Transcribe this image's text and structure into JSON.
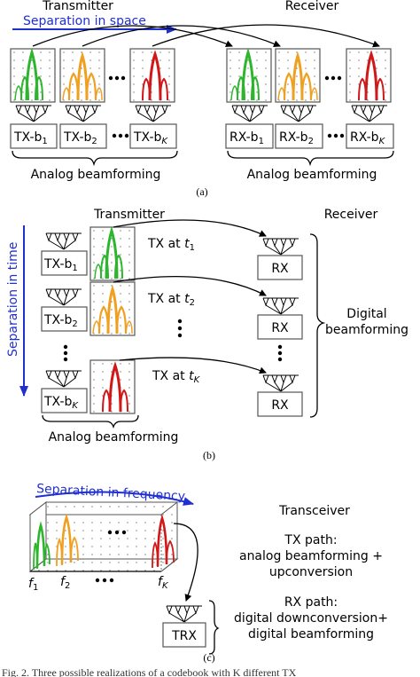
{
  "colors": {
    "green": "#2db52d",
    "orange": "#f0a020",
    "red": "#d01818",
    "blue": "#1f2fd0",
    "box": "#555555"
  },
  "a": {
    "arrow_label": "Separation in space",
    "transmitter": "Transmitter",
    "receiver": "Receiver",
    "tx_b1": "TX-b",
    "tx_b2": "TX-b",
    "tx_bk": "TX-b",
    "rx_b1": "RX-b",
    "rx_b2": "RX-b",
    "rx_bk": "RX-b",
    "sub1": "1",
    "sub2": "2",
    "subK": "K",
    "analog_tx": "Analog beamforming",
    "analog_rx": "Analog beamforming",
    "caption": "(a)"
  },
  "b": {
    "transmitter": "Transmitter",
    "receiver": "Receiver",
    "time_label": "Separation in time",
    "tx_b1": "TX-b",
    "tx_b2": "TX-b",
    "tx_bk": "TX-b",
    "sub1": "1",
    "sub2": "2",
    "subK": "K",
    "tx_at": "TX at ",
    "t": "t",
    "rx1": "RX",
    "rx2": "RX",
    "rxk": "RX",
    "digital_l1": "Digital",
    "digital_l2": "beamforming",
    "analog": "Analog beamforming",
    "caption": "(b)"
  },
  "c": {
    "freq_label": "Separation in frequency",
    "f": "f",
    "sub1": "1",
    "sub2": "2",
    "subK": "K",
    "trx": "TRX",
    "transceiver": "Transceiver",
    "tx_path_1": "TX path:",
    "tx_path_2": "analog beamforming +",
    "tx_path_3": "upconversion",
    "rx_path_1": "RX path:",
    "rx_path_2": "digital downconversion+",
    "rx_path_3": "digital beamforming",
    "caption": "(c)"
  },
  "footer": "Fig. 2.   Three possible realizations of a codebook with K different TX"
}
